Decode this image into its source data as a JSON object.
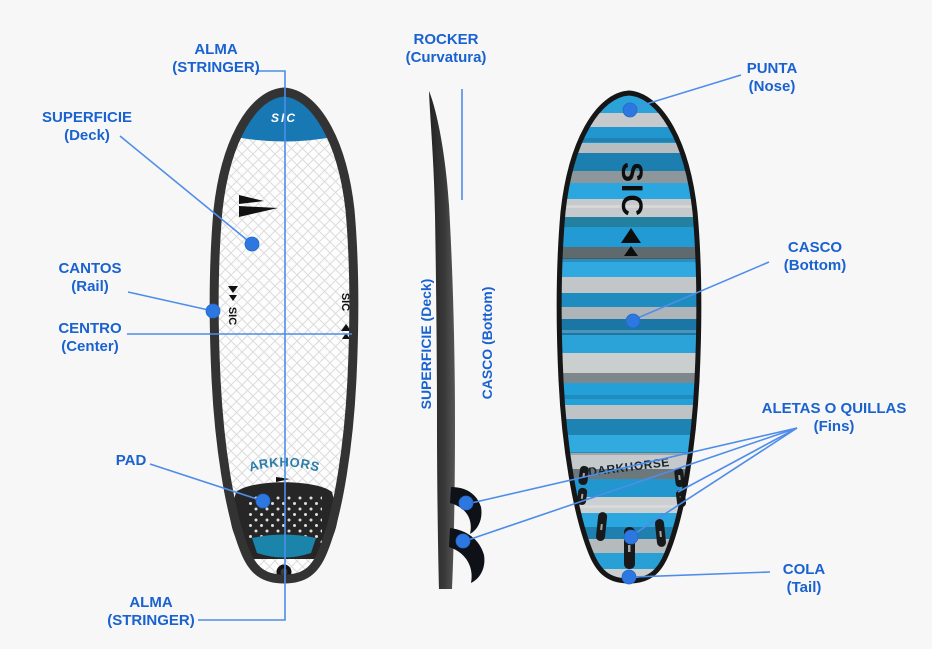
{
  "diagram_title": "Surfboard parts diagram (deck, rocker profile and bottom views)",
  "colors": {
    "label_blue": "#1962d0",
    "leader_blue": "#4e8de9",
    "dot_blue": "#2d78e0",
    "bg": "#f7f7f7",
    "brand_blue": "#1878b4",
    "rail_dark": "#333333"
  },
  "board": {
    "brand": "SIC",
    "model": "DARKHORSE"
  },
  "labels": {
    "alma_top": {
      "line1": "ALMA",
      "line2": "(STRINGER)"
    },
    "superficie": {
      "line1": "SUPERFICIE",
      "line2": "(Deck)"
    },
    "cantos": {
      "line1": "CANTOS",
      "line2": "(Rail)"
    },
    "centro": {
      "line1": "CENTRO",
      "line2": "(Center)"
    },
    "pad": {
      "line1": "PAD"
    },
    "alma_bottom": {
      "line1": "ALMA",
      "line2": "(STRINGER)"
    },
    "rocker": {
      "line1": "ROCKER",
      "line2": "(Curvatura)"
    },
    "superficie_profile": {
      "text": "SUPERFICIE (Deck)"
    },
    "casco_profile": {
      "text": "CASCO (Bottom)"
    },
    "punta": {
      "line1": "PUNTA",
      "line2": "(Nose)"
    },
    "casco_bottom": {
      "line1": "CASCO",
      "line2": "(Bottom)"
    },
    "aletas": {
      "line1": "ALETAS O QUILLAS",
      "line2": "(Fins)"
    },
    "cola": {
      "line1": "COLA",
      "line2": "(Tail)"
    }
  },
  "bottom_view": {
    "stripes": [
      {
        "h": 20,
        "c": "#2ba3d8"
      },
      {
        "h": 14,
        "c": "#c7cacc"
      },
      {
        "h": 16,
        "c": "#2196cf"
      },
      {
        "h": 10,
        "c": "#b8bdc0"
      },
      {
        "h": 18,
        "c": "#1c7fb0"
      },
      {
        "h": 12,
        "c": "#8d969a"
      },
      {
        "h": 16,
        "c": "#2ba6de"
      },
      {
        "h": 18,
        "c": "#c7cacc"
      },
      {
        "h": 10,
        "c": "#23809f"
      },
      {
        "h": 20,
        "c": "#229bd4"
      },
      {
        "h": 12,
        "c": "#5f6a6f"
      },
      {
        "h": 18,
        "c": "#2fa9e0"
      },
      {
        "h": 16,
        "c": "#c2c6c8"
      },
      {
        "h": 14,
        "c": "#1f8cc0"
      },
      {
        "h": 12,
        "c": "#aeb4b7"
      },
      {
        "h": 16,
        "c": "#1a76a4"
      },
      {
        "h": 18,
        "c": "#2ba3d8"
      },
      {
        "h": 20,
        "c": "#cbcecf"
      },
      {
        "h": 10,
        "c": "#7e888c"
      },
      {
        "h": 22,
        "c": "#24a0d8"
      },
      {
        "h": 14,
        "c": "#bfc3c5"
      },
      {
        "h": 16,
        "c": "#1d83b2"
      },
      {
        "h": 18,
        "c": "#30aadf"
      },
      {
        "h": 16,
        "c": "#c6c9cb"
      },
      {
        "h": 10,
        "c": "#6d787d"
      },
      {
        "h": 18,
        "c": "#2196cf"
      },
      {
        "h": 16,
        "c": "#cdd0d1"
      },
      {
        "h": 14,
        "c": "#2ba6de"
      },
      {
        "h": 12,
        "c": "#1f7fae"
      },
      {
        "h": 14,
        "c": "#b5babd"
      },
      {
        "h": 16,
        "c": "#28a0d6"
      },
      {
        "h": 18,
        "c": "#cbcfd0"
      }
    ]
  }
}
